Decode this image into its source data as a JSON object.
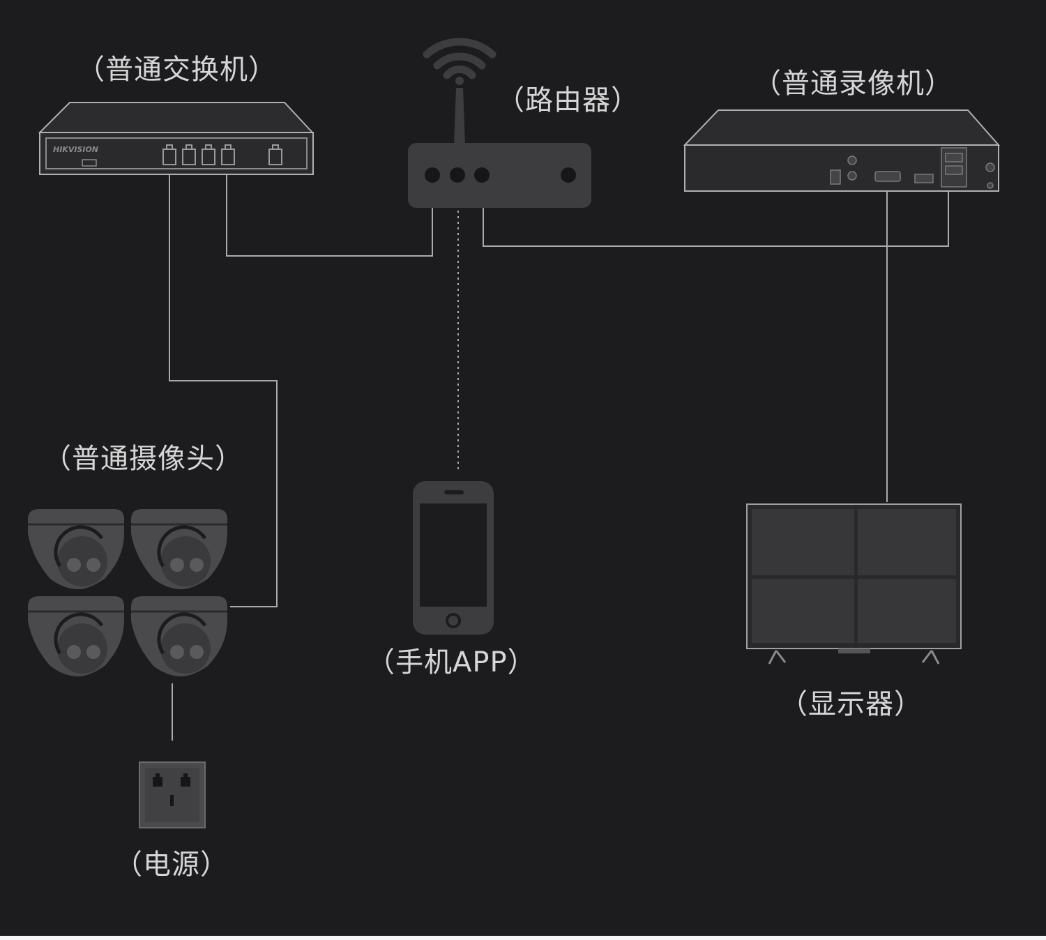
{
  "labels": {
    "switch": "（普通交换机）",
    "router": "（路由器）",
    "nvr": "（普通录像机）",
    "cameras": "（普通摄像头）",
    "phone": "（手机APP）",
    "monitor": "（显示器）",
    "power": "（电源）"
  },
  "switch_brand": "HIKVISION",
  "colors": {
    "background": "#1c1c1f",
    "device_fill": "#3a3a3c",
    "line": "#aaaaaa",
    "label": "#d6d6d6"
  },
  "icons": [
    "wifi-icon",
    "camera-icon",
    "phone-icon",
    "monitor-icon",
    "power-socket-icon"
  ]
}
